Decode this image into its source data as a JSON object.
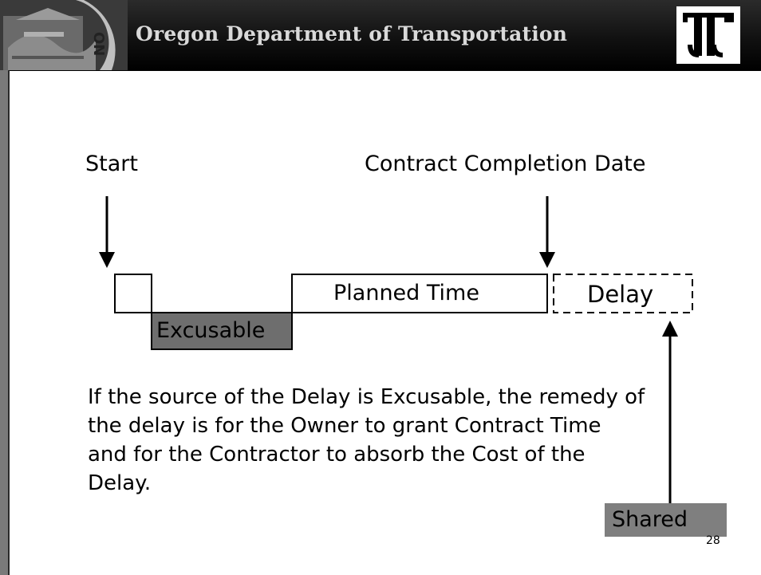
{
  "header": {
    "title": "Oregon Department of Transportation",
    "seal_icon": "oregon-state-seal",
    "logo_icon": "odot-logo"
  },
  "diagram": {
    "start_label": "Start",
    "completion_label": "Contract Completion Date",
    "planned_label": "Planned Time",
    "delay_label": "Delay",
    "excusable_label": "Excusable",
    "shared_label": "Shared"
  },
  "body": {
    "paragraph": "If the source of the Delay is Excusable, the remedy of the delay is for the Owner to grant Contract Time and for the Contractor to absorb the Cost of the Delay."
  },
  "footer": {
    "page_number": "28"
  },
  "colors": {
    "header_bg": "#0d0d0d",
    "header_text": "#d9d9d9",
    "excusable_fill": "#6e6e6e",
    "shared_fill": "#7f7f7f"
  }
}
